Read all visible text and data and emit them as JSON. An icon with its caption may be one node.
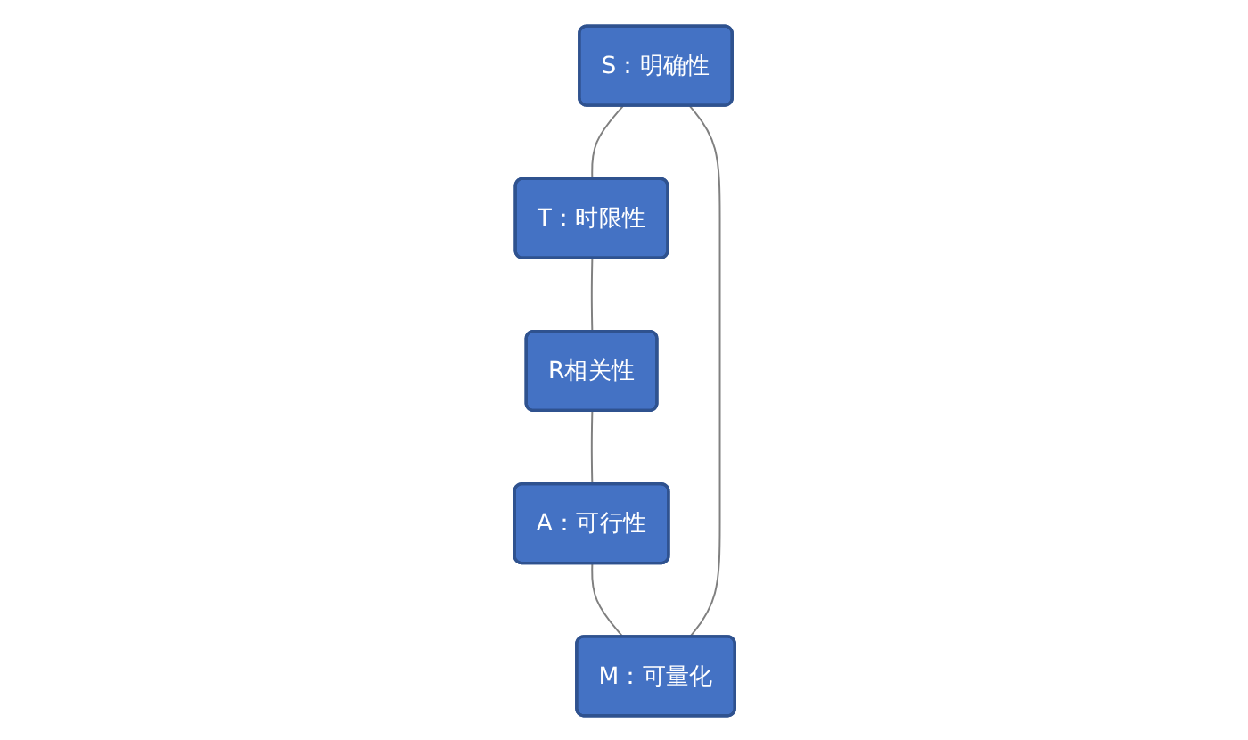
{
  "diagram": {
    "nodes": [
      {
        "text": [
          "S：明确性"
        ]
      },
      {
        "text": [
          "M：可量化"
        ]
      },
      {
        "text": [
          "T：时限性"
        ]
      },
      {
        "text": [
          "A：可行性"
        ]
      },
      {
        "text": [
          "R相关性"
        ]
      }
    ],
    "edges": [
      {
        "from": 0,
        "to": 2,
        "arrow": "none"
      },
      {
        "from": 2,
        "to": 4,
        "arrow": "none"
      },
      {
        "from": 4,
        "to": 3,
        "arrow": "none"
      },
      {
        "from": 3,
        "to": 1,
        "arrow": "none"
      },
      {
        "from": 1,
        "to": 0,
        "arrow": "none"
      }
    ]
  }
}
